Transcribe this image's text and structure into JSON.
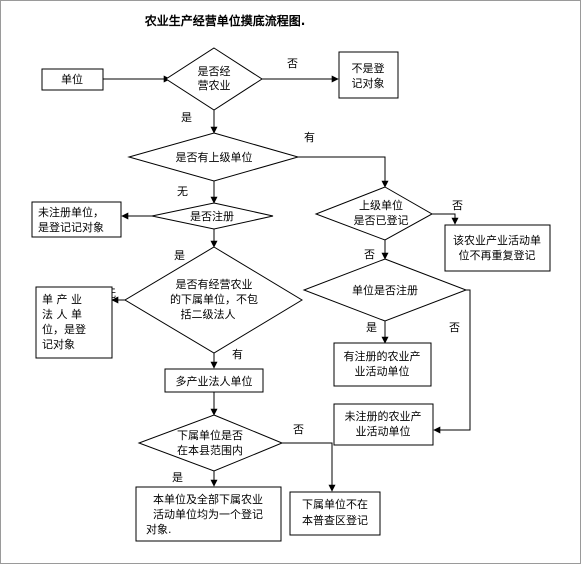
{
  "title": "农业生产经营单位摸底流程图.",
  "nodes": {
    "start": "单位",
    "d1": [
      "是否经",
      "营农业"
    ],
    "not_target": [
      "不是登",
      "记对象"
    ],
    "d2": "是否有上级单位",
    "d3": "是否注册",
    "unreg": [
      "未注册单位，",
      "是登记记对象"
    ],
    "d4": [
      "上级单位",
      "是否已登记"
    ],
    "no_repeat": [
      "该农业产业活动单",
      "位不再重复登记"
    ],
    "d5": [
      "是否有经营农业",
      "的下属单位，不包",
      "括二级法人"
    ],
    "single": [
      "单 产 业",
      "法 人 单",
      "位，是登",
      "记对象"
    ],
    "d6": "单位是否注册",
    "reg_activity": [
      "有注册的农业产",
      "业活动单位"
    ],
    "unreg_activity": [
      "未注册的农业产",
      "业活动单位"
    ],
    "multi": "多产业法人单位",
    "d7": [
      "下属单位是否",
      "在本县范围内"
    ],
    "all_one": [
      "本单位及全部下属农业",
      "活动单位均为一个登记",
      "对象."
    ],
    "not_here": [
      "下属单位不在",
      "本普查区登记"
    ]
  },
  "labels": {
    "yes": "是",
    "no": "否",
    "have": "有",
    "none": "无"
  }
}
